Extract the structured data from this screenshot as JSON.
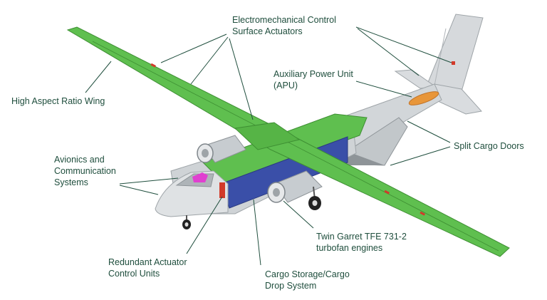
{
  "labels": {
    "actuators": {
      "line1": "Electromechanical Control",
      "line2": "Surface Actuators"
    },
    "apu": {
      "line1": "Auxiliary Power Unit",
      "line2": "(APU)"
    },
    "wing": {
      "line1": "High Aspect Ratio Wing"
    },
    "cargo_doors": {
      "line1": "Split Cargo Doors"
    },
    "avionics": {
      "line1": "Avionics and",
      "line2": "Communication",
      "line3": "Systems"
    },
    "engines": {
      "line1": "Twin Garret TFE 731-2",
      "line2": "turbofan engines"
    },
    "actuator_units": {
      "line1": "Redundant Actuator",
      "line2": "Control Units"
    },
    "cargo_storage": {
      "line1": "Cargo Storage/Cargo",
      "line2": "Drop System"
    }
  },
  "colors": {
    "wing_green": "#5fbf4f",
    "wing_edge": "#3e8f33",
    "fuselage_gray": "#cfd3d6",
    "fuselage_dark": "#9ea4a8",
    "cargo_blue": "#3a4fa8",
    "apu_orange": "#e8963a",
    "actuator_red": "#d23a2a",
    "avionics_magenta": "#e040d0",
    "label_text": "#1f4e3d",
    "leader_line": "#1f4e3d"
  }
}
